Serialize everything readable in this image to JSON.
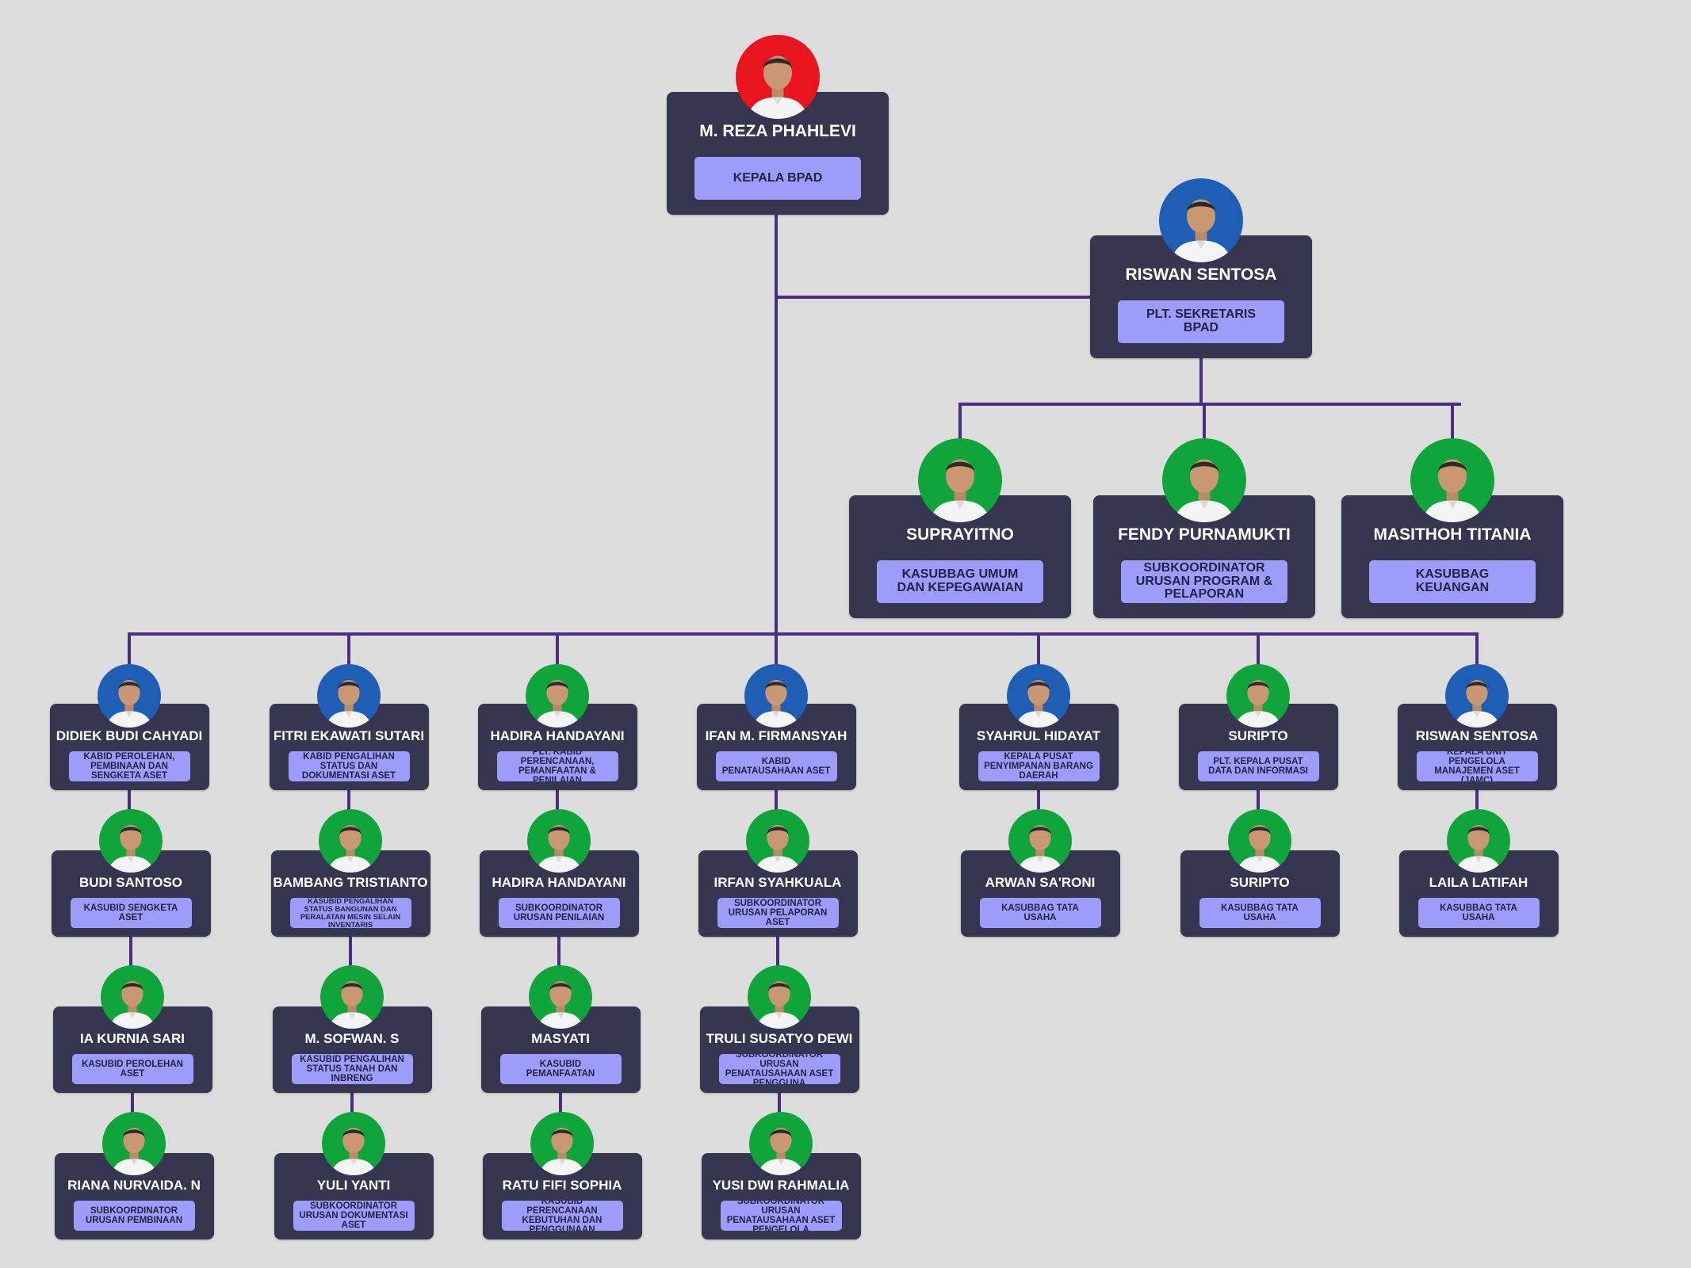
{
  "colors": {
    "background": "#dcdcdc",
    "card": "#363651",
    "role_badge": "#9e9cfb",
    "connector": "#4b2d84",
    "avatar_red": "#e8141e",
    "avatar_blue": "#1e5eb5",
    "avatar_green": "#10a53a"
  },
  "top": {
    "head": {
      "name": "M. REZA PHAHLEVI",
      "role": "KEPALA BPAD",
      "avatar": "red"
    },
    "secretary": {
      "name": "RISWAN SENTOSA",
      "role": "PLT. SEKRETARIS BPAD",
      "avatar": "blue"
    }
  },
  "secretariat": [
    {
      "name": "SUPRAYITNO",
      "role": "KASUBBAG UMUM DAN KEPEGAWAIAN",
      "avatar": "green"
    },
    {
      "name": "FENDY PURNAMUKTI",
      "role": "SUBKOORDINATOR URUSAN PROGRAM & PELAPORAN",
      "avatar": "green"
    },
    {
      "name": "MASITHOH TITANIA",
      "role": "KASUBBAG KEUANGAN",
      "avatar": "green"
    }
  ],
  "columns": [
    [
      {
        "name": "DIDIEK BUDI CAHYADI",
        "role": "KABID PEROLEHAN, PEMBINAAN DAN SENGKETA ASET",
        "avatar": "blue"
      },
      {
        "name": "BUDI SANTOSO",
        "role": "KASUBID SENGKETA ASET",
        "avatar": "green"
      },
      {
        "name": "IA KURNIA SARI",
        "role": "KASUBID PEROLEHAN ASET",
        "avatar": "green"
      },
      {
        "name": "RIANA NURVAIDA. N",
        "role": "SUBKOORDINATOR URUSAN PEMBINAAN",
        "avatar": "green"
      }
    ],
    [
      {
        "name": "FITRI EKAWATI SUTARI",
        "role": "KABID PENGALIHAN STATUS DAN DOKUMENTASI ASET",
        "avatar": "blue"
      },
      {
        "name": "BAMBANG TRISTIANTO",
        "role": "KASUBID PENGALIHAN STATUS BANGUNAN DAN PERALATAN MESIN SELAIN INVENTARIS",
        "avatar": "green"
      },
      {
        "name": "M. SOFWAN. S",
        "role": "KASUBID PENGALIHAN STATUS TANAH DAN INBRENG",
        "avatar": "green"
      },
      {
        "name": "YULI YANTI",
        "role": "SUBKOORDINATOR URUSAN DOKUMENTASI ASET",
        "avatar": "green"
      }
    ],
    [
      {
        "name": "HADIRA HANDAYANI",
        "role": "PLT. KABID PERENCANAAN, PEMANFAATAN & PENILAIAN",
        "avatar": "green"
      },
      {
        "name": "HADIRA HANDAYANI",
        "role": "SUBKOORDINATOR URUSAN PENILAIAN",
        "avatar": "green"
      },
      {
        "name": "MASYATI",
        "role": "KASUBID PEMANFAATAN",
        "avatar": "green"
      },
      {
        "name": "RATU FIFI SOPHIA",
        "role": "KASUBID PERENCANAAN KEBUTUHAN DAN PENGGUNAAN",
        "avatar": "green"
      }
    ],
    [
      {
        "name": "IFAN M. FIRMANSYAH",
        "role": "KABID PENATAUSAHAAN ASET",
        "avatar": "blue"
      },
      {
        "name": "IRFAN SYAHKUALA",
        "role": "SUBKOORDINATOR URUSAN PELAPORAN ASET",
        "avatar": "green"
      },
      {
        "name": "TRULI SUSATYO DEWI",
        "role": "SUBKOORDINATOR URUSAN PENATAUSAHAAN ASET PENGGUNA",
        "avatar": "green"
      },
      {
        "name": "YUSI DWI RAHMALIA",
        "role": "SUBKOORDINATOR URUSAN PENATAUSAHAAN ASET PENGELOLA",
        "avatar": "green"
      }
    ],
    [
      {
        "name": "SYAHRUL HIDAYAT",
        "role": "KEPALA PUSAT PENYIMPANAN BARANG DAERAH",
        "avatar": "blue"
      },
      {
        "name": "ARWAN SA'RONI",
        "role": "KASUBBAG TATA USAHA",
        "avatar": "green"
      }
    ],
    [
      {
        "name": "SURIPTO",
        "role": "PLT. KEPALA PUSAT DATA DAN INFORMASI",
        "avatar": "green"
      },
      {
        "name": "SURIPTO",
        "role": "KASUBBAG TATA USAHA",
        "avatar": "green"
      }
    ],
    [
      {
        "name": "RISWAN SENTOSA",
        "role": "KEPALA UNIT PENGELOLA MANAJEMEN ASET (JAMC)",
        "avatar": "blue"
      },
      {
        "name": "LAILA LATIFAH",
        "role": "KASUBBAG TATA USAHA",
        "avatar": "green"
      }
    ]
  ]
}
